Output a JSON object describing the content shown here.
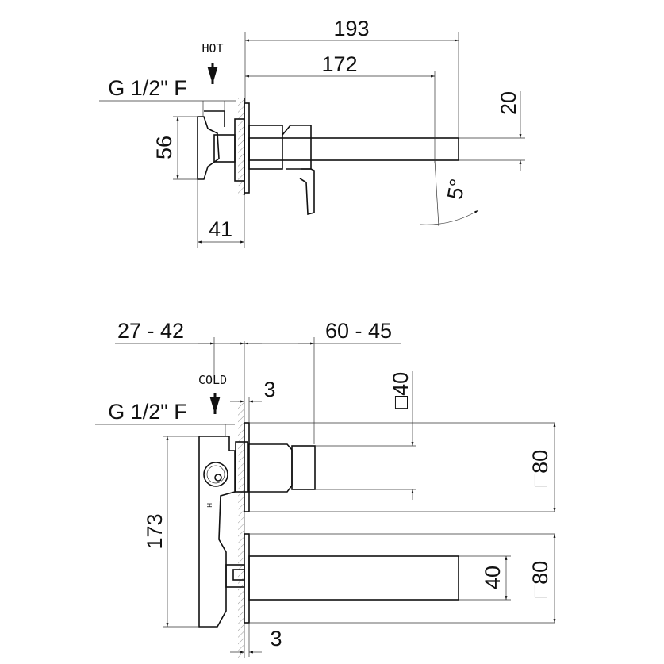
{
  "side_view": {
    "dim_total_length": "193",
    "dim_spout_reach": "172",
    "dim_spout_height": "20",
    "dim_angle": "5°",
    "dim_flange_height": "56",
    "dim_depth": "41",
    "inlet_label": "HOT",
    "thread_label": "G 1/2\" F"
  },
  "front_view": {
    "dim_wall_depth_range": "27 - 42",
    "dim_projection_range": "60 - 45",
    "inlet_label": "COLD",
    "thread_label": "G 1/2\" F",
    "dim_plate_thickness_top": "3",
    "dim_plate_thickness_bottom": "3",
    "dim_body_height": "173",
    "dim_cartridge_square": "□40",
    "dim_plate_square_top": "□80",
    "dim_spout_height": "40",
    "dim_plate_square_bottom": "□80",
    "body_mark": "H"
  }
}
